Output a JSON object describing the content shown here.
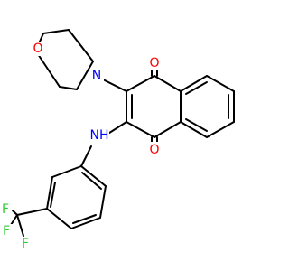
{
  "molecule": {
    "atoms": {
      "o_top": {
        "symbol": "O",
        "color": "#ff0000"
      },
      "o_bottom": {
        "symbol": "O",
        "color": "#ff0000"
      },
      "morpholine_o": {
        "symbol": "O",
        "color": "#ff0000"
      },
      "morpholine_n": {
        "symbol": "N",
        "color": "#0000ff"
      },
      "amine_nh": {
        "symbol": "NH",
        "color": "#0000ff"
      },
      "f1": {
        "symbol": "F",
        "color": "#33cc33"
      },
      "f2": {
        "symbol": "F",
        "color": "#33cc33"
      },
      "f3": {
        "symbol": "F",
        "color": "#33cc33"
      }
    }
  }
}
